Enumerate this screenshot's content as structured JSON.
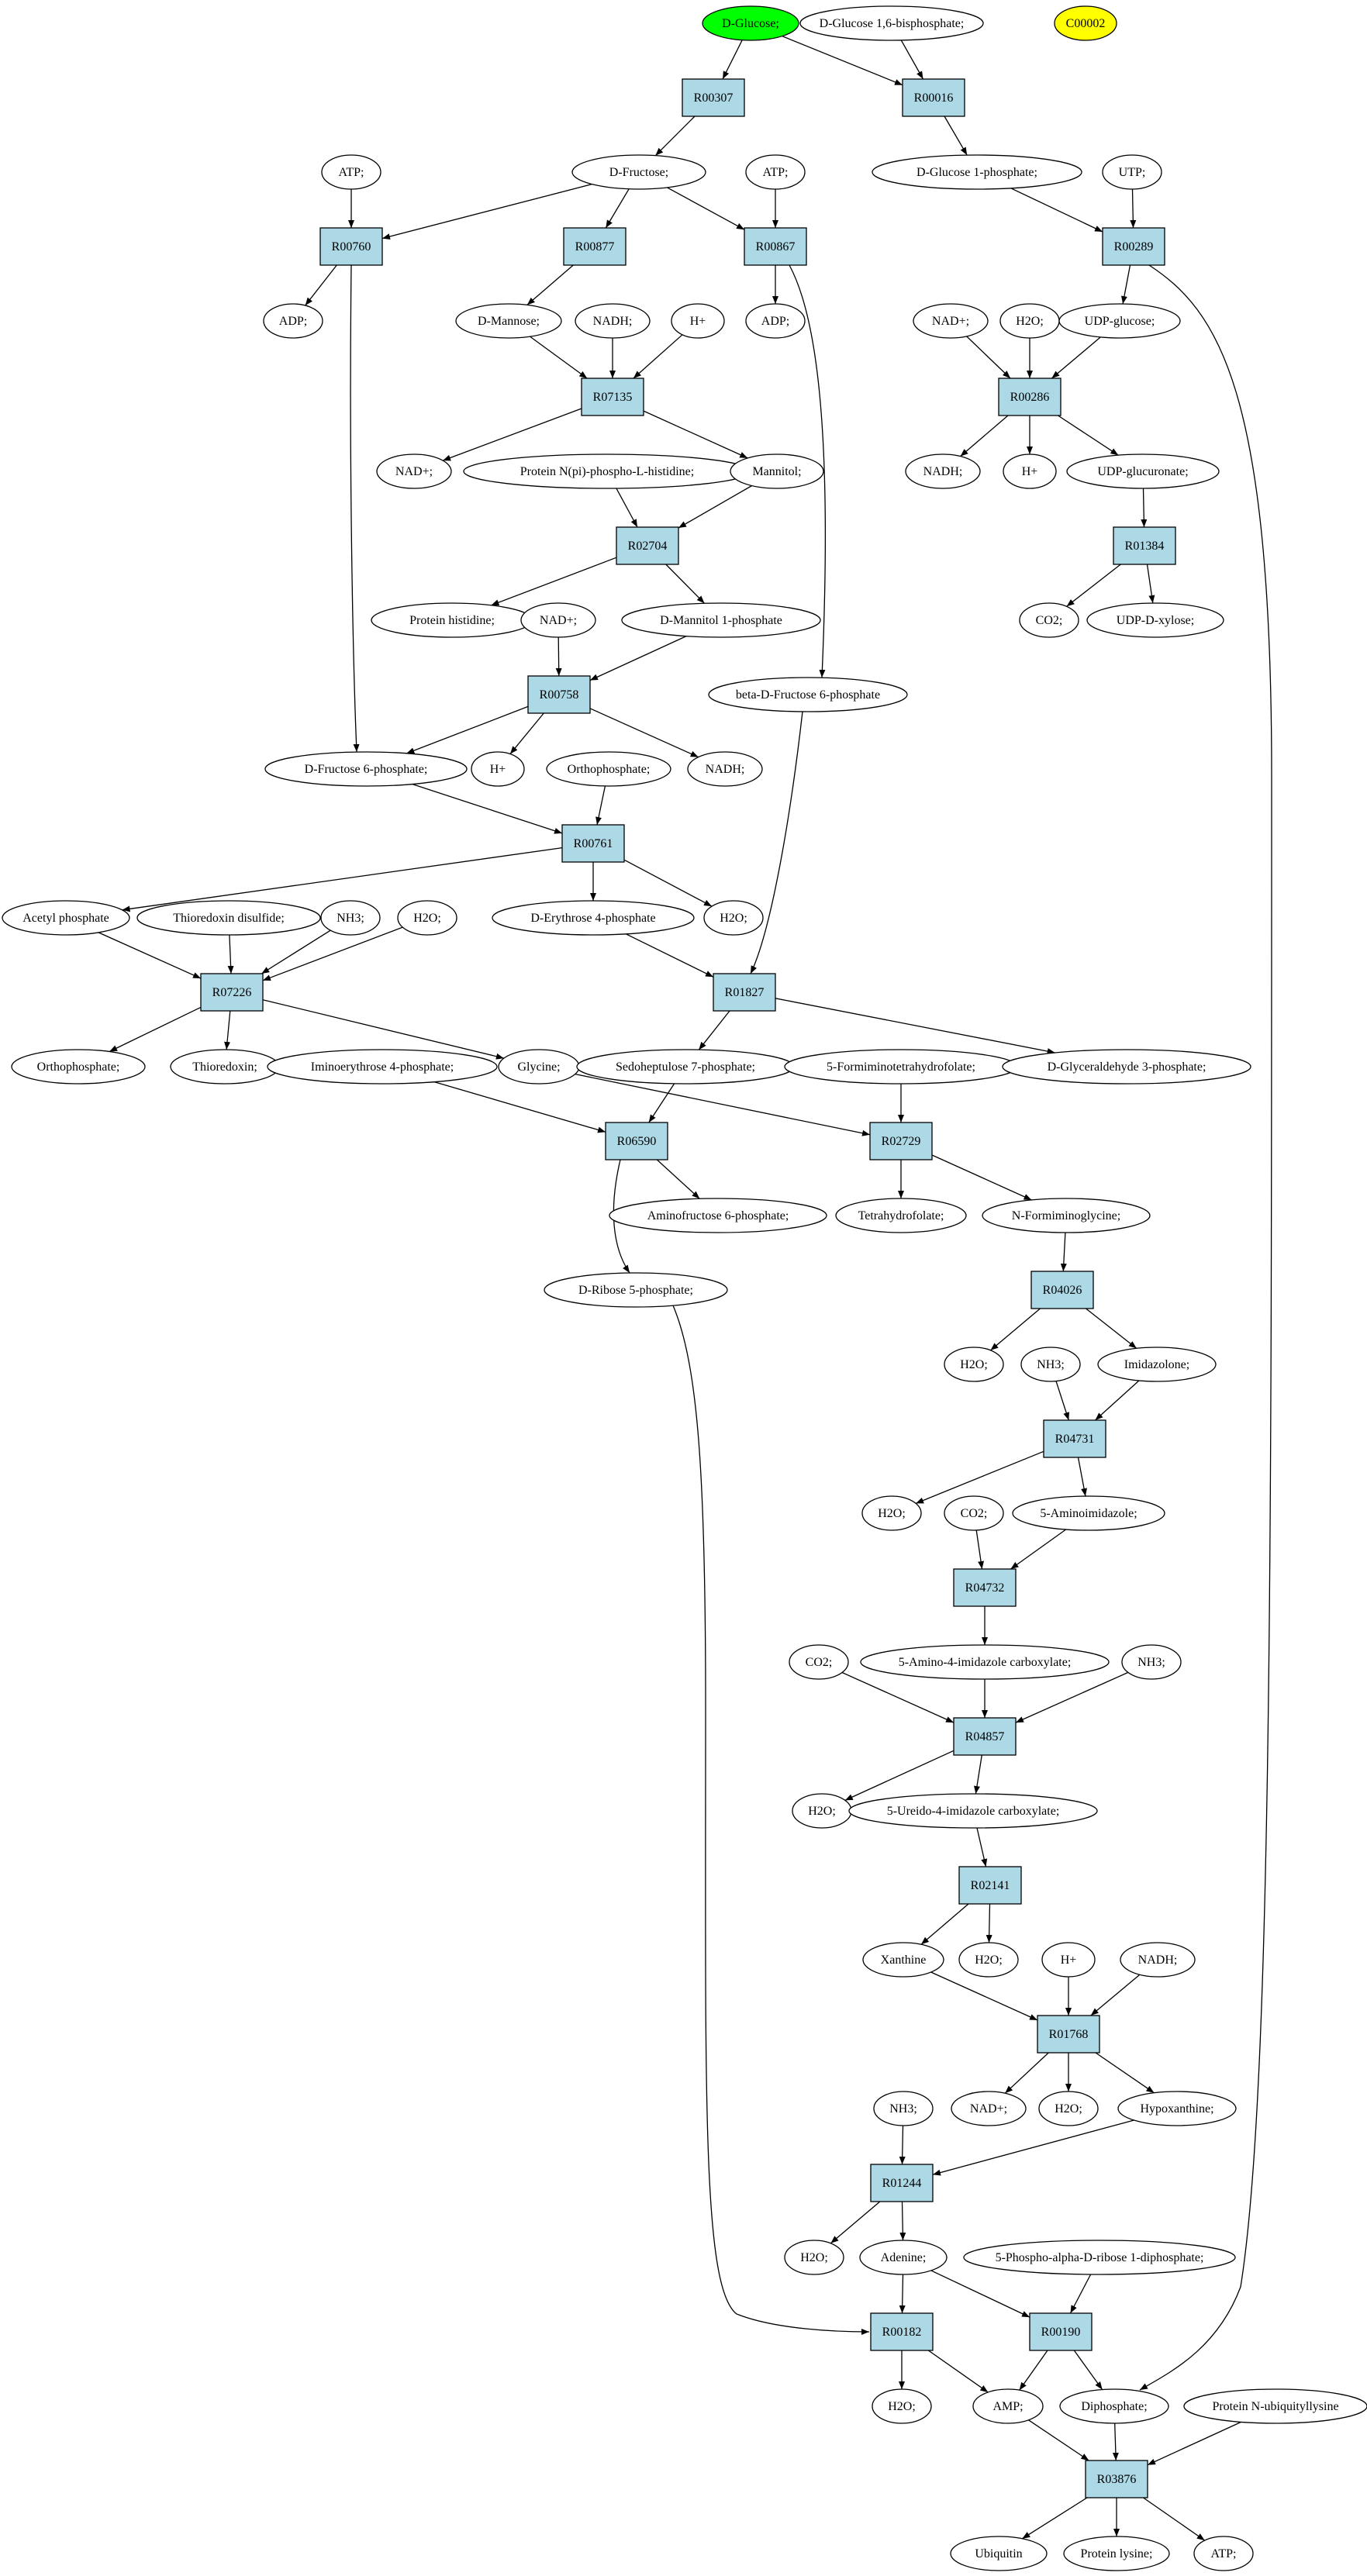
{
  "colors": {
    "reaction_fill": "#add8e6",
    "compound_fill": "#ffffff",
    "start_fill": "#00ff00",
    "target_fill": "#ffff00",
    "stroke": "#000000"
  },
  "nodes": [
    {
      "id": "c_glc",
      "label": "D-Glucose;",
      "kind": "start"
    },
    {
      "id": "c_g16bp",
      "label": "D-Glucose 1,6-bisphosphate;",
      "kind": "compound"
    },
    {
      "id": "c_c00002",
      "label": "C00002",
      "kind": "target"
    },
    {
      "id": "r_R00307",
      "label": "R00307",
      "kind": "reaction"
    },
    {
      "id": "r_R00016",
      "label": "R00016",
      "kind": "reaction"
    },
    {
      "id": "c_atp1",
      "label": "ATP;",
      "kind": "compound"
    },
    {
      "id": "c_fru",
      "label": "D-Fructose;",
      "kind": "compound"
    },
    {
      "id": "c_atp2",
      "label": "ATP;",
      "kind": "compound"
    },
    {
      "id": "c_g1p",
      "label": "D-Glucose 1-phosphate;",
      "kind": "compound"
    },
    {
      "id": "c_utp",
      "label": "UTP;",
      "kind": "compound"
    },
    {
      "id": "r_R00760",
      "label": "R00760",
      "kind": "reaction"
    },
    {
      "id": "r_R00877",
      "label": "R00877",
      "kind": "reaction"
    },
    {
      "id": "r_R00867",
      "label": "R00867",
      "kind": "reaction"
    },
    {
      "id": "r_R00289",
      "label": "R00289",
      "kind": "reaction"
    },
    {
      "id": "c_adp1",
      "label": "ADP;",
      "kind": "compound"
    },
    {
      "id": "c_man",
      "label": "D-Mannose;",
      "kind": "compound"
    },
    {
      "id": "c_nadh1",
      "label": "NADH;",
      "kind": "compound"
    },
    {
      "id": "c_h1",
      "label": "H+",
      "kind": "compound"
    },
    {
      "id": "c_adp2",
      "label": "ADP;",
      "kind": "compound"
    },
    {
      "id": "c_nadp1",
      "label": "NAD+;",
      "kind": "compound"
    },
    {
      "id": "c_h2o1",
      "label": "H2O;",
      "kind": "compound"
    },
    {
      "id": "c_udpglc",
      "label": "UDP-glucose;",
      "kind": "compound"
    },
    {
      "id": "r_R07135",
      "label": "R07135",
      "kind": "reaction"
    },
    {
      "id": "r_R00286",
      "label": "R00286",
      "kind": "reaction"
    },
    {
      "id": "c_nadp2",
      "label": "NAD+;",
      "kind": "compound"
    },
    {
      "id": "c_pnhis",
      "label": "Protein N(pi)-phospho-L-histidine;",
      "kind": "compound"
    },
    {
      "id": "c_mannitol",
      "label": "Mannitol;",
      "kind": "compound"
    },
    {
      "id": "c_nadh2",
      "label": "NADH;",
      "kind": "compound"
    },
    {
      "id": "c_h2",
      "label": "H+",
      "kind": "compound"
    },
    {
      "id": "c_udpglcur",
      "label": "UDP-glucuronate;",
      "kind": "compound"
    },
    {
      "id": "r_R02704",
      "label": "R02704",
      "kind": "reaction"
    },
    {
      "id": "r_R01384",
      "label": "R01384",
      "kind": "reaction"
    },
    {
      "id": "c_prothis",
      "label": "Protein histidine;",
      "kind": "compound"
    },
    {
      "id": "c_nadp3",
      "label": "NAD+;",
      "kind": "compound"
    },
    {
      "id": "c_mtl1p",
      "label": "D-Mannitol 1-phosphate",
      "kind": "compound"
    },
    {
      "id": "c_co2a",
      "label": "CO2;",
      "kind": "compound"
    },
    {
      "id": "c_udpxyl",
      "label": "UDP-D-xylose;",
      "kind": "compound"
    },
    {
      "id": "r_R00758",
      "label": "R00758",
      "kind": "reaction"
    },
    {
      "id": "c_bf6p",
      "label": "beta-D-Fructose 6-phosphate",
      "kind": "compound"
    },
    {
      "id": "c_f6p",
      "label": "D-Fructose 6-phosphate;",
      "kind": "compound"
    },
    {
      "id": "c_h3",
      "label": "H+",
      "kind": "compound"
    },
    {
      "id": "c_pi1",
      "label": "Orthophosphate;",
      "kind": "compound"
    },
    {
      "id": "c_nadh3",
      "label": "NADH;",
      "kind": "compound"
    },
    {
      "id": "r_R00761",
      "label": "R00761",
      "kind": "reaction"
    },
    {
      "id": "c_acp",
      "label": "Acetyl phosphate",
      "kind": "compound"
    },
    {
      "id": "c_trxds",
      "label": "Thioredoxin disulfide;",
      "kind": "compound"
    },
    {
      "id": "c_nh3a",
      "label": "NH3;",
      "kind": "compound"
    },
    {
      "id": "c_h2o2",
      "label": "H2O;",
      "kind": "compound"
    },
    {
      "id": "c_e4p",
      "label": "D-Erythrose 4-phosphate",
      "kind": "compound"
    },
    {
      "id": "c_h2o3",
      "label": "H2O;",
      "kind": "compound"
    },
    {
      "id": "r_R07226",
      "label": "R07226",
      "kind": "reaction"
    },
    {
      "id": "r_R01827",
      "label": "R01827",
      "kind": "reaction"
    },
    {
      "id": "c_pi2",
      "label": "Orthophosphate;",
      "kind": "compound"
    },
    {
      "id": "c_trx",
      "label": "Thioredoxin;",
      "kind": "compound"
    },
    {
      "id": "c_imer4p",
      "label": "Iminoerythrose 4-phosphate;",
      "kind": "compound"
    },
    {
      "id": "c_gly",
      "label": "Glycine;",
      "kind": "compound"
    },
    {
      "id": "c_s7p",
      "label": "Sedoheptulose 7-phosphate;",
      "kind": "compound"
    },
    {
      "id": "c_fthf",
      "label": "5-Formiminotetrahydrofolate;",
      "kind": "compound"
    },
    {
      "id": "c_gap",
      "label": "D-Glyceraldehyde 3-phosphate;",
      "kind": "compound"
    },
    {
      "id": "r_R06590",
      "label": "R06590",
      "kind": "reaction"
    },
    {
      "id": "r_R02729",
      "label": "R02729",
      "kind": "reaction"
    },
    {
      "id": "c_amf6p",
      "label": "Aminofructose 6-phosphate;",
      "kind": "compound"
    },
    {
      "id": "c_thf",
      "label": "Tetrahydrofolate;",
      "kind": "compound"
    },
    {
      "id": "c_nfgly",
      "label": "N-Formiminoglycine;",
      "kind": "compound"
    },
    {
      "id": "c_r5p",
      "label": "D-Ribose 5-phosphate;",
      "kind": "compound"
    },
    {
      "id": "r_R04026",
      "label": "R04026",
      "kind": "reaction"
    },
    {
      "id": "c_h2o4",
      "label": "H2O;",
      "kind": "compound"
    },
    {
      "id": "c_nh3b",
      "label": "NH3;",
      "kind": "compound"
    },
    {
      "id": "c_imidaz",
      "label": "Imidazolone;",
      "kind": "compound"
    },
    {
      "id": "r_R04731",
      "label": "R04731",
      "kind": "reaction"
    },
    {
      "id": "c_h2o5",
      "label": "H2O;",
      "kind": "compound"
    },
    {
      "id": "c_co2b",
      "label": "CO2;",
      "kind": "compound"
    },
    {
      "id": "c_5aimid",
      "label": "5-Aminoimidazole;",
      "kind": "compound"
    },
    {
      "id": "r_R04732",
      "label": "R04732",
      "kind": "reaction"
    },
    {
      "id": "c_co2c",
      "label": "CO2;",
      "kind": "compound"
    },
    {
      "id": "c_5a4icarb",
      "label": "5-Amino-4-imidazole carboxylate;",
      "kind": "compound"
    },
    {
      "id": "c_nh3c",
      "label": "NH3;",
      "kind": "compound"
    },
    {
      "id": "r_R04857",
      "label": "R04857",
      "kind": "reaction"
    },
    {
      "id": "c_h2o6",
      "label": "H2O;",
      "kind": "compound"
    },
    {
      "id": "c_5u4icarb",
      "label": "5-Ureido-4-imidazole carboxylate;",
      "kind": "compound"
    },
    {
      "id": "r_R02141",
      "label": "R02141",
      "kind": "reaction"
    },
    {
      "id": "c_xan",
      "label": "Xanthine",
      "kind": "compound"
    },
    {
      "id": "c_h2o7",
      "label": "H2O;",
      "kind": "compound"
    },
    {
      "id": "c_h4",
      "label": "H+",
      "kind": "compound"
    },
    {
      "id": "c_nadh4",
      "label": "NADH;",
      "kind": "compound"
    },
    {
      "id": "r_R01768",
      "label": "R01768",
      "kind": "reaction"
    },
    {
      "id": "c_nh3d",
      "label": "NH3;",
      "kind": "compound"
    },
    {
      "id": "c_nadp4",
      "label": "NAD+;",
      "kind": "compound"
    },
    {
      "id": "c_h2o8",
      "label": "H2O;",
      "kind": "compound"
    },
    {
      "id": "c_hyp",
      "label": "Hypoxanthine;",
      "kind": "compound"
    },
    {
      "id": "r_R01244",
      "label": "R01244",
      "kind": "reaction"
    },
    {
      "id": "c_h2o9",
      "label": "H2O;",
      "kind": "compound"
    },
    {
      "id": "c_ade",
      "label": "Adenine;",
      "kind": "compound"
    },
    {
      "id": "c_prpp",
      "label": "5-Phospho-alpha-D-ribose 1-diphosphate;",
      "kind": "compound"
    },
    {
      "id": "r_R00182",
      "label": "R00182",
      "kind": "reaction"
    },
    {
      "id": "r_R00190",
      "label": "R00190",
      "kind": "reaction"
    },
    {
      "id": "c_h2o10",
      "label": "H2O;",
      "kind": "compound"
    },
    {
      "id": "c_amp",
      "label": "AMP;",
      "kind": "compound"
    },
    {
      "id": "c_ppi",
      "label": "Diphosphate;",
      "kind": "compound"
    },
    {
      "id": "c_pnublys",
      "label": "Protein N-ubiquityllysine",
      "kind": "compound"
    },
    {
      "id": "r_R03876",
      "label": "R03876",
      "kind": "reaction"
    },
    {
      "id": "c_ub",
      "label": "Ubiquitin",
      "kind": "compound"
    },
    {
      "id": "c_protlys",
      "label": "Protein lysine;",
      "kind": "compound"
    },
    {
      "id": "c_atp3",
      "label": "ATP;",
      "kind": "compound"
    }
  ],
  "edges": [
    [
      "c_glc",
      "r_R00307"
    ],
    [
      "c_glc",
      "r_R00016"
    ],
    [
      "c_g16bp",
      "r_R00016"
    ],
    [
      "r_R00307",
      "c_fru"
    ],
    [
      "r_R00016",
      "c_g1p"
    ],
    [
      "c_atp1",
      "r_R00760"
    ],
    [
      "c_fru",
      "r_R00760"
    ],
    [
      "c_fru",
      "r_R00877"
    ],
    [
      "c_fru",
      "r_R00867"
    ],
    [
      "c_atp2",
      "r_R00867"
    ],
    [
      "c_g1p",
      "r_R00289"
    ],
    [
      "c_utp",
      "r_R00289"
    ],
    [
      "r_R00760",
      "c_adp1"
    ],
    [
      "r_R00760",
      "c_f6p"
    ],
    [
      "r_R00877",
      "c_man"
    ],
    [
      "r_R00867",
      "c_adp2"
    ],
    [
      "r_R00867",
      "c_bf6p"
    ],
    [
      "r_R00289",
      "c_udpglc"
    ],
    [
      "r_R00289",
      "c_ppi"
    ],
    [
      "c_man",
      "r_R07135"
    ],
    [
      "c_nadh1",
      "r_R07135"
    ],
    [
      "c_h1",
      "r_R07135"
    ],
    [
      "c_nadp1",
      "r_R00286"
    ],
    [
      "c_h2o1",
      "r_R00286"
    ],
    [
      "c_udpglc",
      "r_R00286"
    ],
    [
      "r_R07135",
      "c_nadp2"
    ],
    [
      "r_R07135",
      "c_mannitol"
    ],
    [
      "r_R00286",
      "c_nadh2"
    ],
    [
      "r_R00286",
      "c_h2"
    ],
    [
      "r_R00286",
      "c_udpglcur"
    ],
    [
      "c_pnhis",
      "r_R02704"
    ],
    [
      "c_mannitol",
      "r_R02704"
    ],
    [
      "c_udpglcur",
      "r_R01384"
    ],
    [
      "r_R02704",
      "c_prothis"
    ],
    [
      "r_R02704",
      "c_mtl1p"
    ],
    [
      "r_R01384",
      "c_co2a"
    ],
    [
      "r_R01384",
      "c_udpxyl"
    ],
    [
      "c_nadp3",
      "r_R00758"
    ],
    [
      "c_mtl1p",
      "r_R00758"
    ],
    [
      "r_R00758",
      "c_f6p"
    ],
    [
      "r_R00758",
      "c_h3"
    ],
    [
      "r_R00758",
      "c_nadh3"
    ],
    [
      "c_f6p",
      "r_R00761"
    ],
    [
      "c_pi1",
      "r_R00761"
    ],
    [
      "r_R00761",
      "c_acp"
    ],
    [
      "r_R00761",
      "c_e4p"
    ],
    [
      "r_R00761",
      "c_h2o3"
    ],
    [
      "c_acp",
      "r_R07226"
    ],
    [
      "c_trxds",
      "r_R07226"
    ],
    [
      "c_nh3a",
      "r_R07226"
    ],
    [
      "c_h2o2",
      "r_R07226"
    ],
    [
      "c_e4p",
      "r_R01827"
    ],
    [
      "c_bf6p",
      "r_R01827"
    ],
    [
      "r_R07226",
      "c_pi2"
    ],
    [
      "r_R07226",
      "c_trx"
    ],
    [
      "r_R07226",
      "c_gly"
    ],
    [
      "r_R01827",
      "c_s7p"
    ],
    [
      "r_R01827",
      "c_gap"
    ],
    [
      "c_imer4p",
      "r_R06590"
    ],
    [
      "c_s7p",
      "r_R06590"
    ],
    [
      "c_gly",
      "r_R02729"
    ],
    [
      "c_fthf",
      "r_R02729"
    ],
    [
      "r_R06590",
      "c_amf6p"
    ],
    [
      "r_R06590",
      "c_r5p"
    ],
    [
      "r_R02729",
      "c_thf"
    ],
    [
      "r_R02729",
      "c_nfgly"
    ],
    [
      "c_nfgly",
      "r_R04026"
    ],
    [
      "r_R04026",
      "c_h2o4"
    ],
    [
      "r_R04026",
      "c_imidaz"
    ],
    [
      "c_nh3b",
      "r_R04731"
    ],
    [
      "c_imidaz",
      "r_R04731"
    ],
    [
      "r_R04731",
      "c_h2o5"
    ],
    [
      "r_R04731",
      "c_5aimid"
    ],
    [
      "c_co2b",
      "r_R04732"
    ],
    [
      "c_5aimid",
      "r_R04732"
    ],
    [
      "r_R04732",
      "c_5a4icarb"
    ],
    [
      "c_co2c",
      "r_R04857"
    ],
    [
      "c_5a4icarb",
      "r_R04857"
    ],
    [
      "c_nh3c",
      "r_R04857"
    ],
    [
      "r_R04857",
      "c_h2o6"
    ],
    [
      "r_R04857",
      "c_5u4icarb"
    ],
    [
      "c_5u4icarb",
      "r_R02141"
    ],
    [
      "r_R02141",
      "c_xan"
    ],
    [
      "r_R02141",
      "c_h2o7"
    ],
    [
      "c_xan",
      "r_R01768"
    ],
    [
      "c_h4",
      "r_R01768"
    ],
    [
      "c_nadh4",
      "r_R01768"
    ],
    [
      "r_R01768",
      "c_nadp4"
    ],
    [
      "r_R01768",
      "c_h2o8"
    ],
    [
      "r_R01768",
      "c_hyp"
    ],
    [
      "c_nh3d",
      "r_R01244"
    ],
    [
      "c_hyp",
      "r_R01244"
    ],
    [
      "r_R01244",
      "c_h2o9"
    ],
    [
      "r_R01244",
      "c_ade"
    ],
    [
      "c_ade",
      "r_R00182"
    ],
    [
      "c_r5p",
      "r_R00182"
    ],
    [
      "c_ade",
      "r_R00190"
    ],
    [
      "c_prpp",
      "r_R00190"
    ],
    [
      "r_R00182",
      "c_h2o10"
    ],
    [
      "r_R00182",
      "c_amp"
    ],
    [
      "r_R00190",
      "c_amp"
    ],
    [
      "r_R00190",
      "c_ppi"
    ],
    [
      "c_amp",
      "r_R03876"
    ],
    [
      "c_ppi",
      "r_R03876"
    ],
    [
      "c_pnublys",
      "r_R03876"
    ],
    [
      "r_R03876",
      "c_ub"
    ],
    [
      "r_R03876",
      "c_protlys"
    ],
    [
      "r_R03876",
      "c_atp3"
    ]
  ]
}
